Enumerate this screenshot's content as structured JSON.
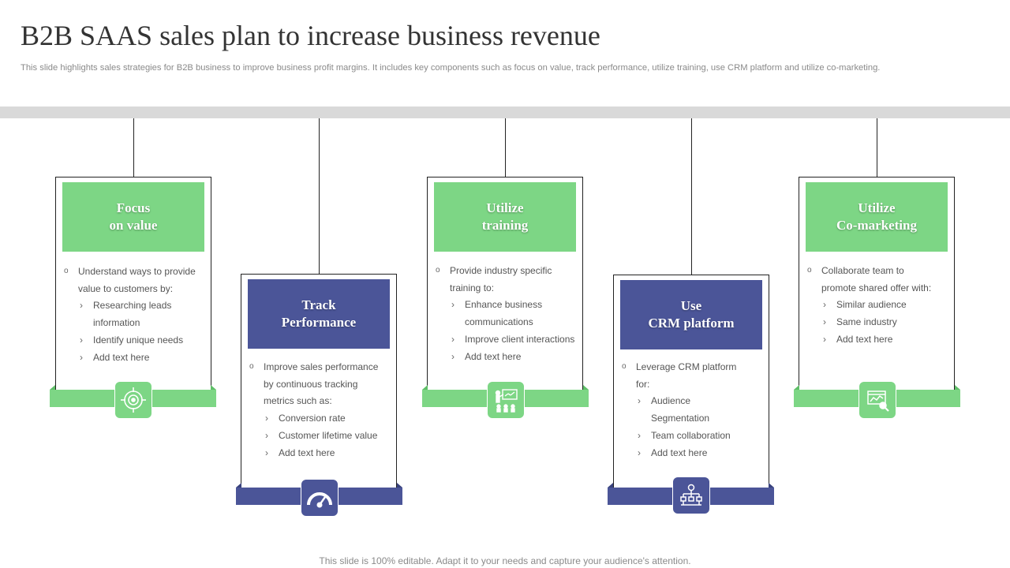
{
  "header": {
    "title": "B2B SAAS  sales plan to increase business revenue",
    "subtitle": "This slide highlights sales strategies for B2B business to improve business profit margins. It includes key components such as focus on value, track performance, utilize training, use CRM platform and utilize co-marketing."
  },
  "colors": {
    "green": "#7dd685",
    "blue": "#4b5598",
    "rail": "#d9d9d9"
  },
  "cards": [
    {
      "heading": "Focus\non value",
      "lead": [
        "Understand ways to provide",
        "value to customers by:"
      ],
      "items": [
        [
          "Researching leads",
          "information"
        ],
        [
          "Identify unique needs"
        ],
        [
          "Add text here"
        ]
      ],
      "icon": "target-icon"
    },
    {
      "heading": "Track\nPerformance",
      "lead": [
        "Improve sales performance",
        "by continuous tracking",
        "metrics such as:"
      ],
      "items": [
        [
          "Conversion rate"
        ],
        [
          "Customer lifetime value"
        ],
        [
          "Add text here"
        ]
      ],
      "icon": "speedometer-icon"
    },
    {
      "heading": "Utilize\ntraining",
      "lead": [
        "Provide industry specific",
        "training to:"
      ],
      "items": [
        [
          "Enhance business",
          "communications"
        ],
        [
          "Improve client interactions"
        ],
        [
          "Add text here"
        ]
      ],
      "icon": "presentation-icon"
    },
    {
      "heading": "Use\nCRM platform",
      "lead": [
        "Leverage CRM platform",
        "for:"
      ],
      "items": [
        [
          "Audience",
          "Segmentation"
        ],
        [
          "Team collaboration"
        ],
        [
          "Add text here"
        ]
      ],
      "icon": "crm-network-icon"
    },
    {
      "heading": "Utilize\nCo-marketing",
      "lead": [
        "Collaborate team to",
        "promote shared offer with:"
      ],
      "items": [
        [
          "Similar audience"
        ],
        [
          "Same industry"
        ],
        [
          "Add text here"
        ]
      ],
      "icon": "analytics-chart-icon"
    }
  ],
  "footer": {
    "note": "This slide is 100% editable. Adapt it to your needs and capture your audience's attention."
  }
}
